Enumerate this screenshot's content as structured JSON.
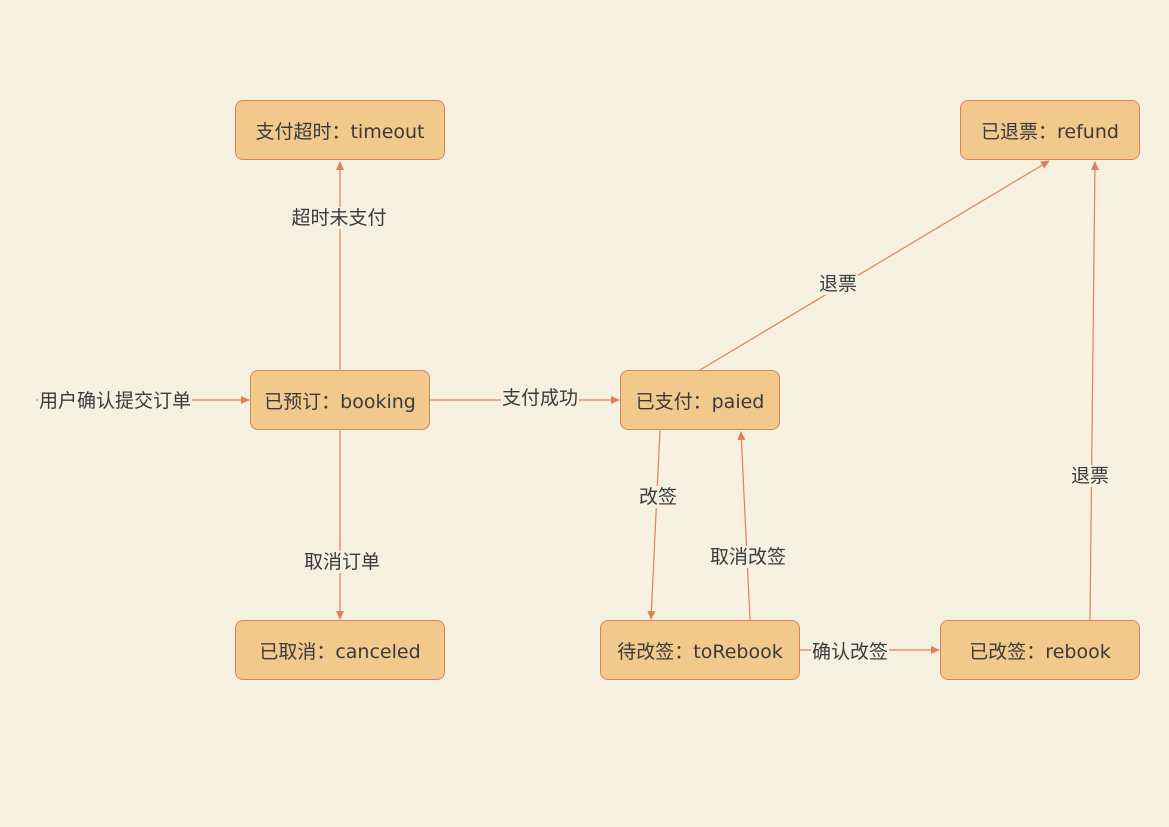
{
  "nodes": {
    "timeout": "支付超时：timeout",
    "refund": "已退票：refund",
    "booking": "已预订：booking",
    "paied": "已支付：paied",
    "canceled": "已取消：canceled",
    "torebook": "待改签：toRebook",
    "rebook": "已改签：rebook"
  },
  "edges": {
    "start_to_booking": "用户确认提交订单",
    "booking_to_timeout": "超时未支付",
    "booking_to_paied": "支付成功",
    "booking_to_canceled": "取消订单",
    "paied_to_refund": "退票",
    "paied_to_torebook": "改签",
    "torebook_to_paied": "取消改签",
    "torebook_to_rebook": "确认改签",
    "rebook_to_refund": "退票"
  },
  "colors": {
    "background": "#F5F0E0",
    "node_fill": "#F2C98D",
    "node_border": "#E0805A",
    "edge": "#E0805A",
    "text": "#3A3A3A"
  }
}
